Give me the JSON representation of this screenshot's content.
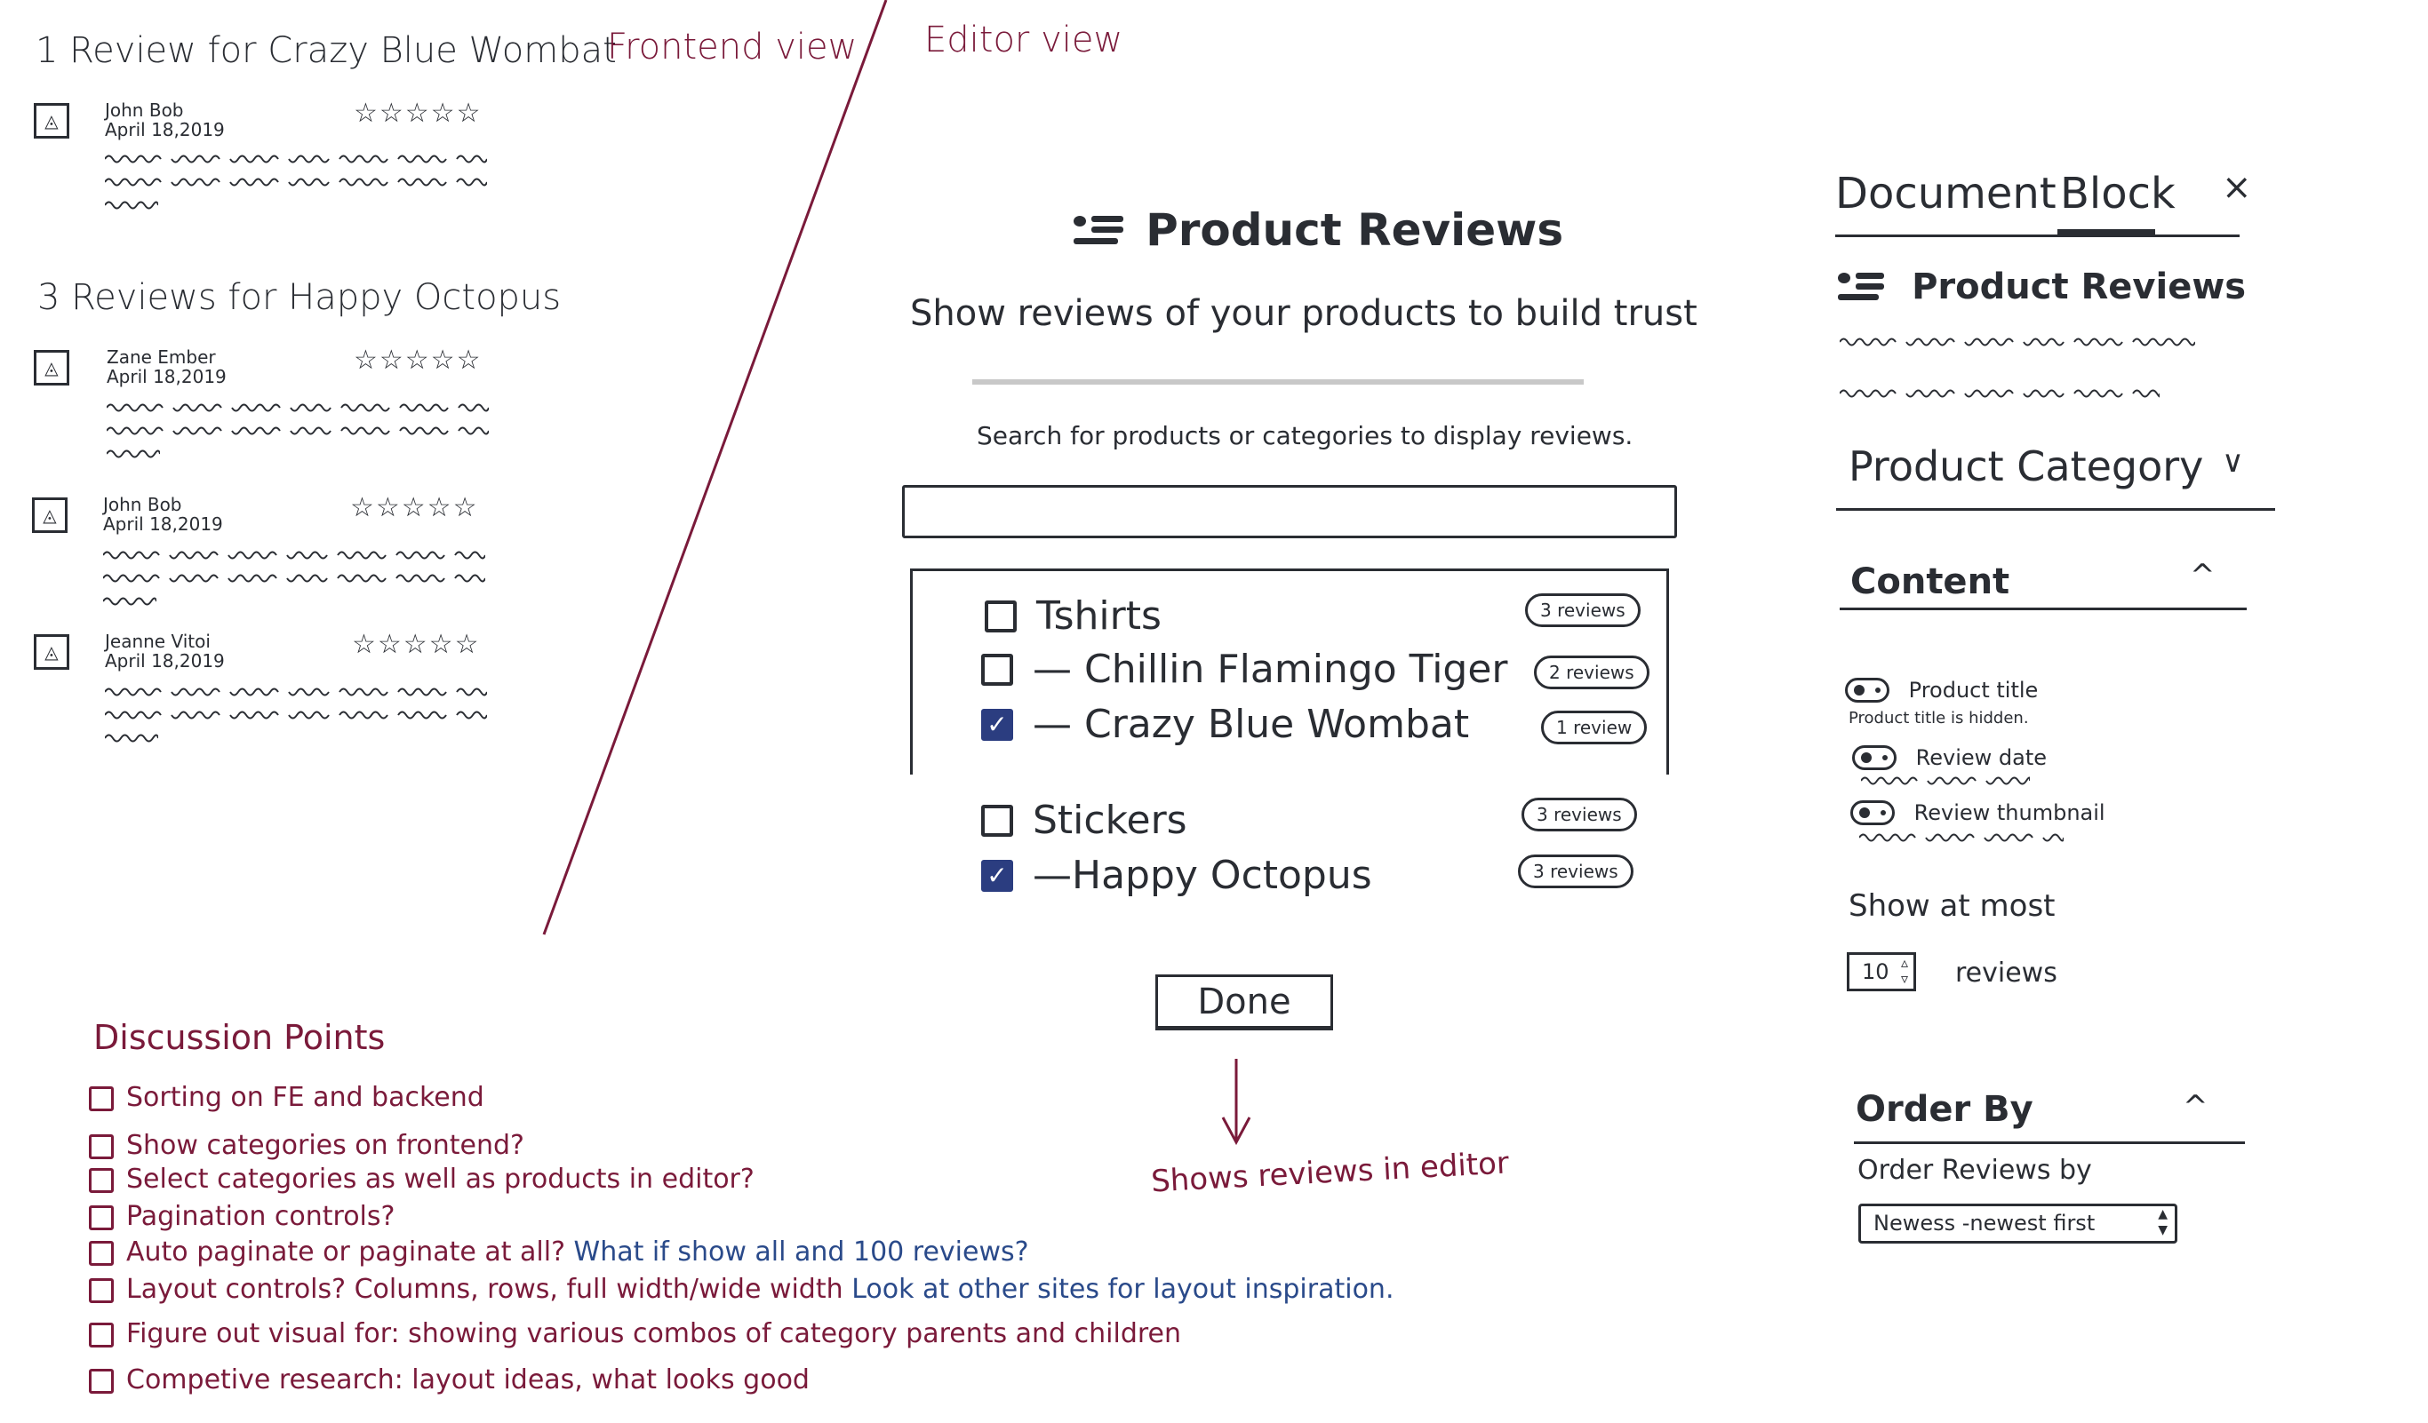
{
  "frontend": {
    "label": "Frontend view",
    "section1_title": "1 Review for Crazy Blue Wombat",
    "section2_title": "3 Reviews for Happy Octopus",
    "reviews": [
      {
        "name": "John Bob",
        "date": "April 18,2019",
        "stars": "☆☆☆☆☆"
      },
      {
        "name": "Zane Ember",
        "date": "April 18,2019",
        "stars": "☆☆☆☆☆"
      },
      {
        "name": "John Bob",
        "date": "April 18,2019",
        "stars": "☆☆☆☆☆"
      },
      {
        "name": "Jeanne Vitoi",
        "date": "April 18,2019",
        "stars": "☆☆☆☆☆"
      }
    ]
  },
  "editor": {
    "label": "Editor view",
    "title": "Product Reviews",
    "subtitle": "Show reviews of your products to build trust",
    "search_hint": "Search for products or categories to display reviews.",
    "search_value": "",
    "items": [
      {
        "label": "Tshirts",
        "badge": "3 reviews",
        "checked": false
      },
      {
        "label": "— Chillin Flamingo Tiger",
        "badge": "2 reviews",
        "checked": false
      },
      {
        "label": "— Crazy Blue Wombat",
        "badge": "1 review",
        "checked": true
      },
      {
        "label": "Stickers",
        "badge": "3 reviews",
        "checked": false
      },
      {
        "label": "—Happy Octopus",
        "badge": "3 reviews",
        "checked": true
      }
    ],
    "done_label": "Done",
    "arrow_note": "Shows reviews in editor"
  },
  "sidebar": {
    "tab_document": "Document",
    "tab_block": "Block",
    "close": "×",
    "block_title": "Product Reviews",
    "product_category": "Product Category",
    "product_category_chevron": "∨",
    "content_title": "Content",
    "content_chevron": "^",
    "toggles": [
      {
        "label": "Product title",
        "help": "Product title is hidden."
      },
      {
        "label": "Review date",
        "help": ""
      },
      {
        "label": "Review thumbnail",
        "help": ""
      }
    ],
    "show_at_most": "Show at most",
    "count_value": "10",
    "count_suffix": "reviews",
    "order_title": "Order By",
    "order_chevron": "^",
    "order_label": "Order Reviews by",
    "order_value": "Newess -newest first"
  },
  "discussion": {
    "title": "Discussion Points",
    "points": [
      {
        "text": "Sorting on FE and backend",
        "note": ""
      },
      {
        "text": "Show categories on frontend?",
        "note": ""
      },
      {
        "text": "Select categories as well as products in editor?",
        "note": ""
      },
      {
        "text": "Pagination controls?",
        "note": ""
      },
      {
        "text": "Auto paginate or paginate at all?",
        "note": "What if show all and 100 reviews?"
      },
      {
        "text": "Layout controls? Columns, rows, full width/wide width",
        "note": "Look at other sites for layout inspiration."
      },
      {
        "text": "Figure out visual for: showing various combos of category parents and children",
        "note": ""
      },
      {
        "text": "Competive research: layout ideas, what looks good",
        "note": ""
      }
    ]
  },
  "colors": {
    "ink": "#2a2d33",
    "maroon": "#7a1a3a",
    "blue": "#2a4a8a",
    "checkbox": "#2b3d80"
  }
}
